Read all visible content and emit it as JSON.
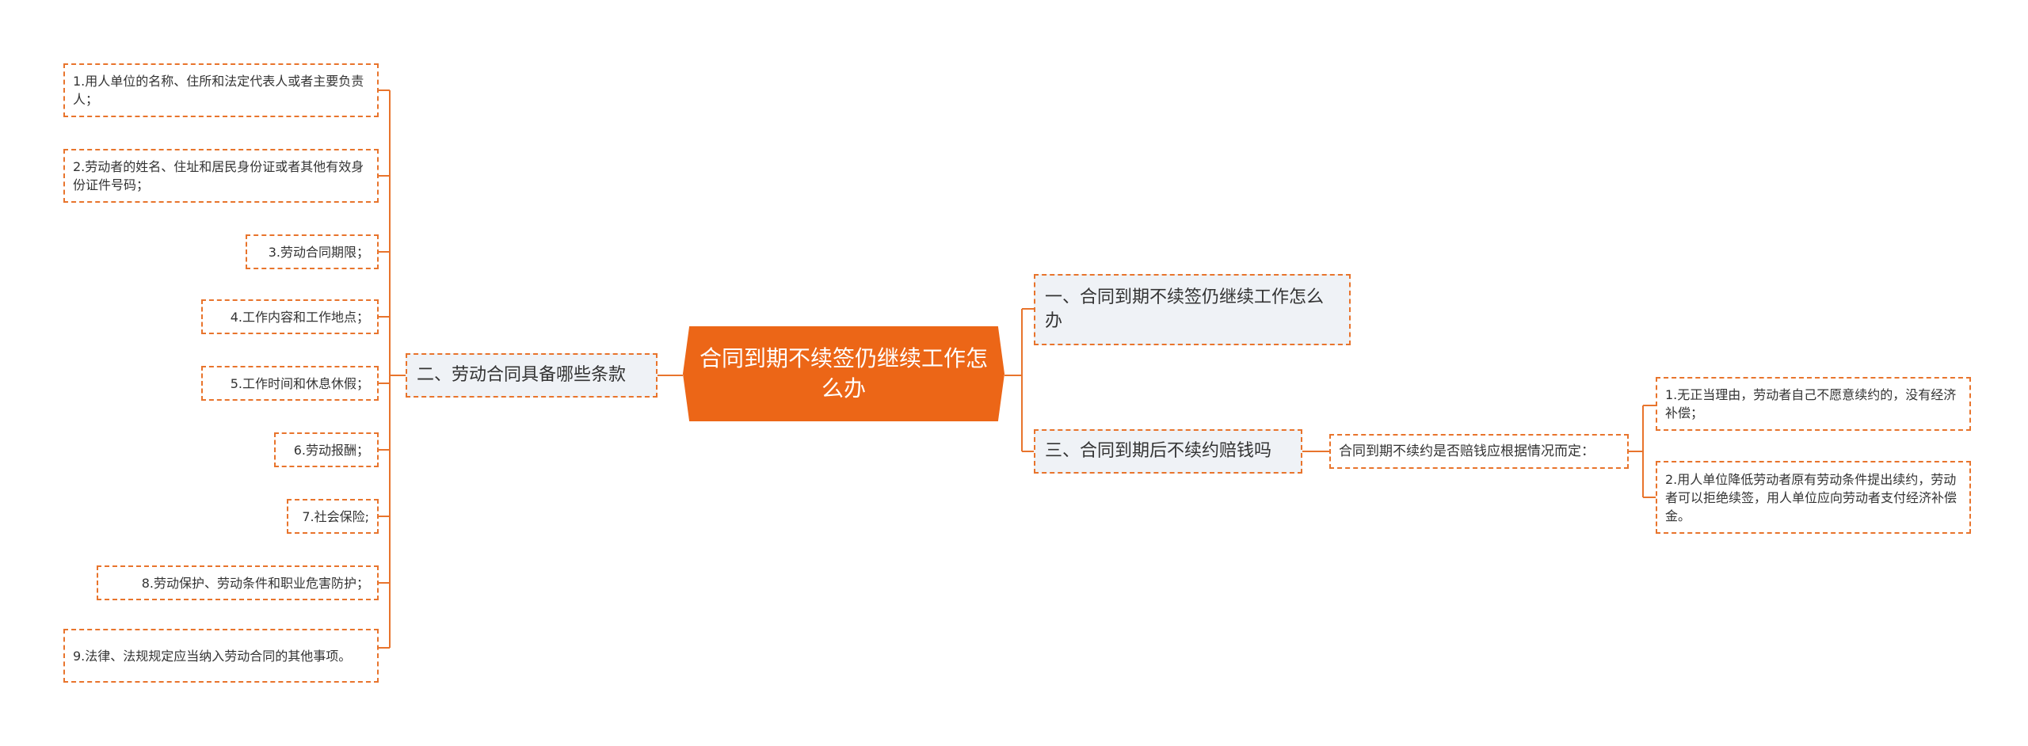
{
  "colors": {
    "accent": "#ec6617",
    "line": "#e8742c",
    "branch_fill": "#eff2f6",
    "text": "#333333"
  },
  "root": {
    "title": "合同到期不续签仍继续工作怎么办"
  },
  "left_branch": {
    "label": "二、劳动合同具备哪些条款",
    "items": [
      "1.用人单位的名称、住所和法定代表人或者主要负责人；",
      "2.劳动者的姓名、住址和居民身份证或者其他有效身份证件号码；",
      "3.劳动合同期限；",
      "4.工作内容和工作地点；",
      "5.工作时间和休息休假；",
      "6.劳动报酬；",
      "7.社会保险;",
      "8.劳动保护、劳动条件和职业危害防护；",
      "9.法律、法规规定应当纳入劳动合同的其他事项。"
    ]
  },
  "right_branch_1": {
    "label": "一、合同到期不续签仍继续工作怎么办"
  },
  "right_branch_3": {
    "label": "三、合同到期后不续约赔钱吗",
    "sub": {
      "label": "合同到期不续约是否赔钱应根据情况而定：",
      "items": [
        "1.无正当理由，劳动者自己不愿意续约的，没有经济补偿；",
        "2.用人单位降低劳动者原有劳动条件提出续约，劳动者可以拒绝续签，用人单位应向劳动者支付经济补偿金。"
      ]
    }
  }
}
